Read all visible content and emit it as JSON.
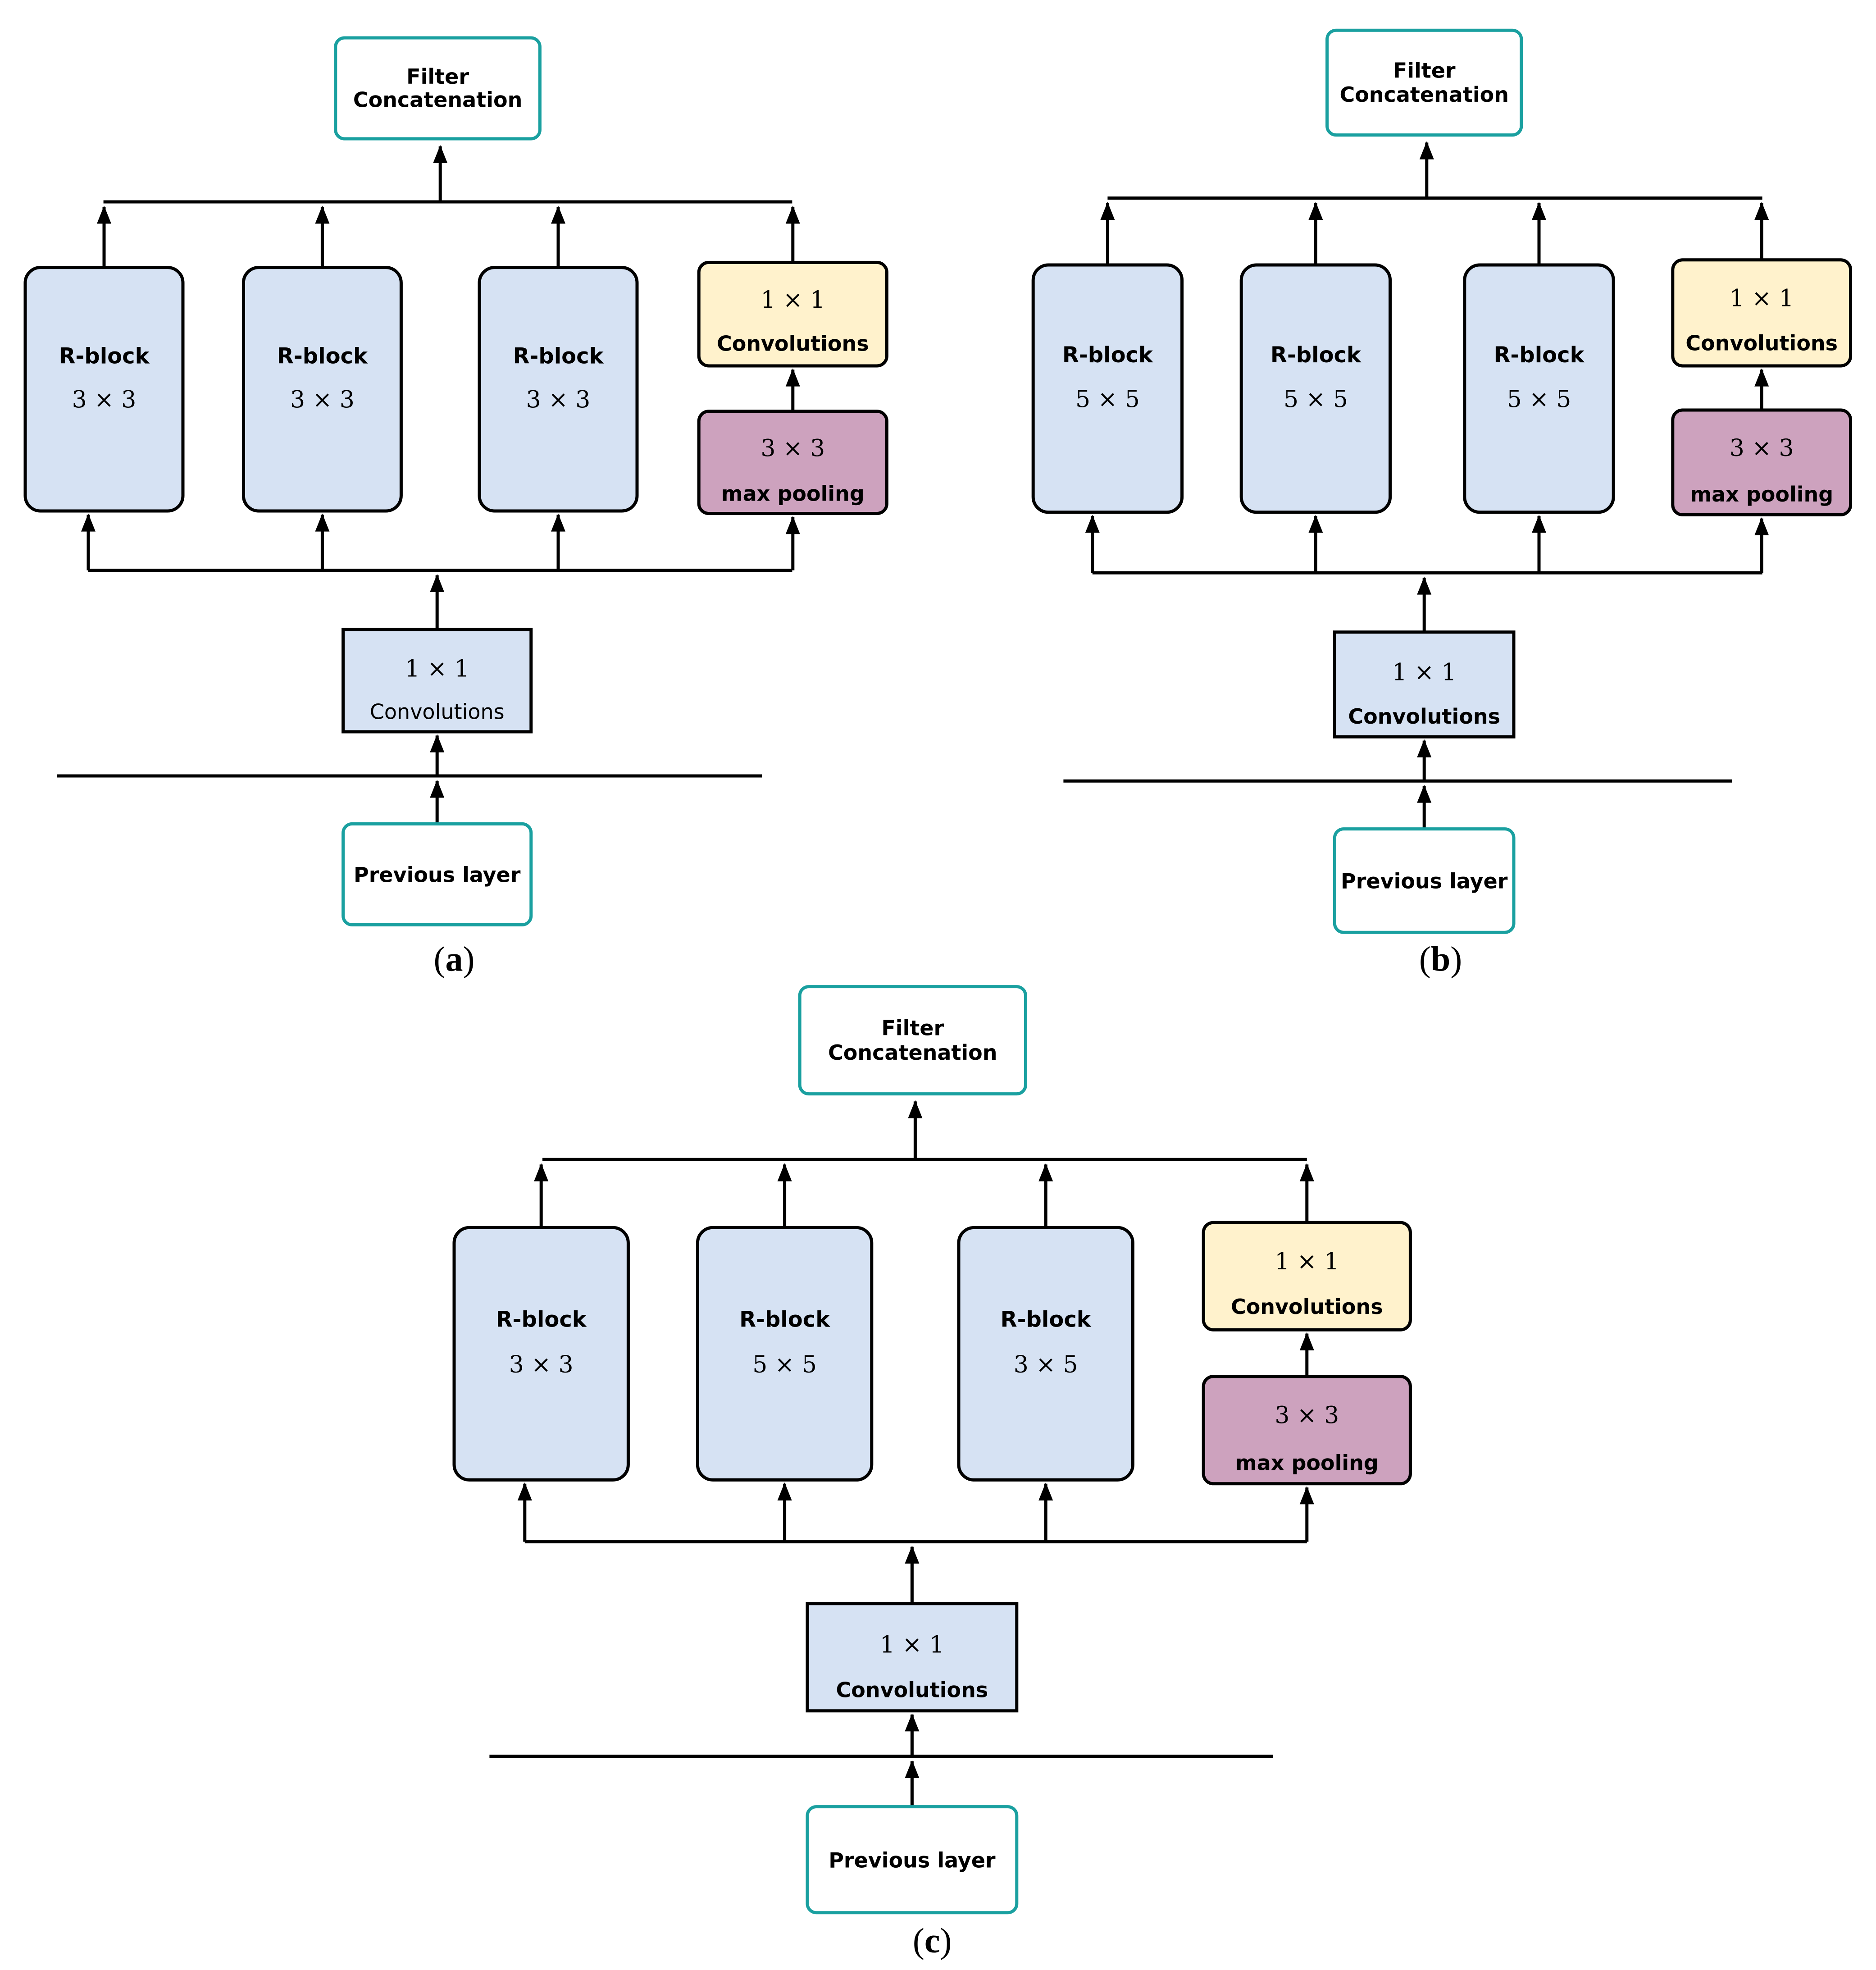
{
  "colors": {
    "rblock": "#d6e2f3",
    "conv_yellow": "#fff2cc",
    "pool_pink": "#cda2be",
    "io_border": "#1aa0a0",
    "line": "#000000"
  },
  "panels": [
    {
      "id": "a",
      "caption_open": "(",
      "caption_letter": "a",
      "caption_close": ")",
      "output_label_1": "Filter",
      "output_label_2": "Concatenation",
      "branches": [
        {
          "title": "R-block",
          "size": "3 × 3"
        },
        {
          "title": "R-block",
          "size": "3 × 3"
        },
        {
          "title": "R-block",
          "size": "3 × 3"
        }
      ],
      "conv_branch": {
        "size": "1 × 1",
        "label": "Convolutions"
      },
      "pool_branch": {
        "size": "3 × 3",
        "label": "max pooling"
      },
      "stem": {
        "size": "1 × 1",
        "label": "Convolutions"
      },
      "input_label": "Previous layer"
    },
    {
      "id": "b",
      "caption_open": "(",
      "caption_letter": "b",
      "caption_close": ")",
      "output_label_1": "Filter",
      "output_label_2": "Concatenation",
      "branches": [
        {
          "title": "R-block",
          "size": "5 × 5"
        },
        {
          "title": "R-block",
          "size": "5 × 5"
        },
        {
          "title": "R-block",
          "size": "5 × 5"
        }
      ],
      "conv_branch": {
        "size": "1 × 1",
        "label": "Convolutions"
      },
      "pool_branch": {
        "size": "3 × 3",
        "label": "max pooling"
      },
      "stem": {
        "size": "1 × 1",
        "label": "Convolutions"
      },
      "input_label": "Previous layer"
    },
    {
      "id": "c",
      "caption_open": "(",
      "caption_letter": "c",
      "caption_close": ")",
      "output_label_1": "Filter",
      "output_label_2": "Concatenation",
      "branches": [
        {
          "title": "R-block",
          "size": "3 × 3"
        },
        {
          "title": "R-block",
          "size": "5 × 5"
        },
        {
          "title": "R-block",
          "size": "3 × 5"
        }
      ],
      "conv_branch": {
        "size": "1 × 1",
        "label": "Convolutions"
      },
      "pool_branch": {
        "size": "3 × 3",
        "label": "max pooling"
      },
      "stem": {
        "size": "1 × 1",
        "label": "Convolutions"
      },
      "input_label": "Previous layer"
    }
  ]
}
